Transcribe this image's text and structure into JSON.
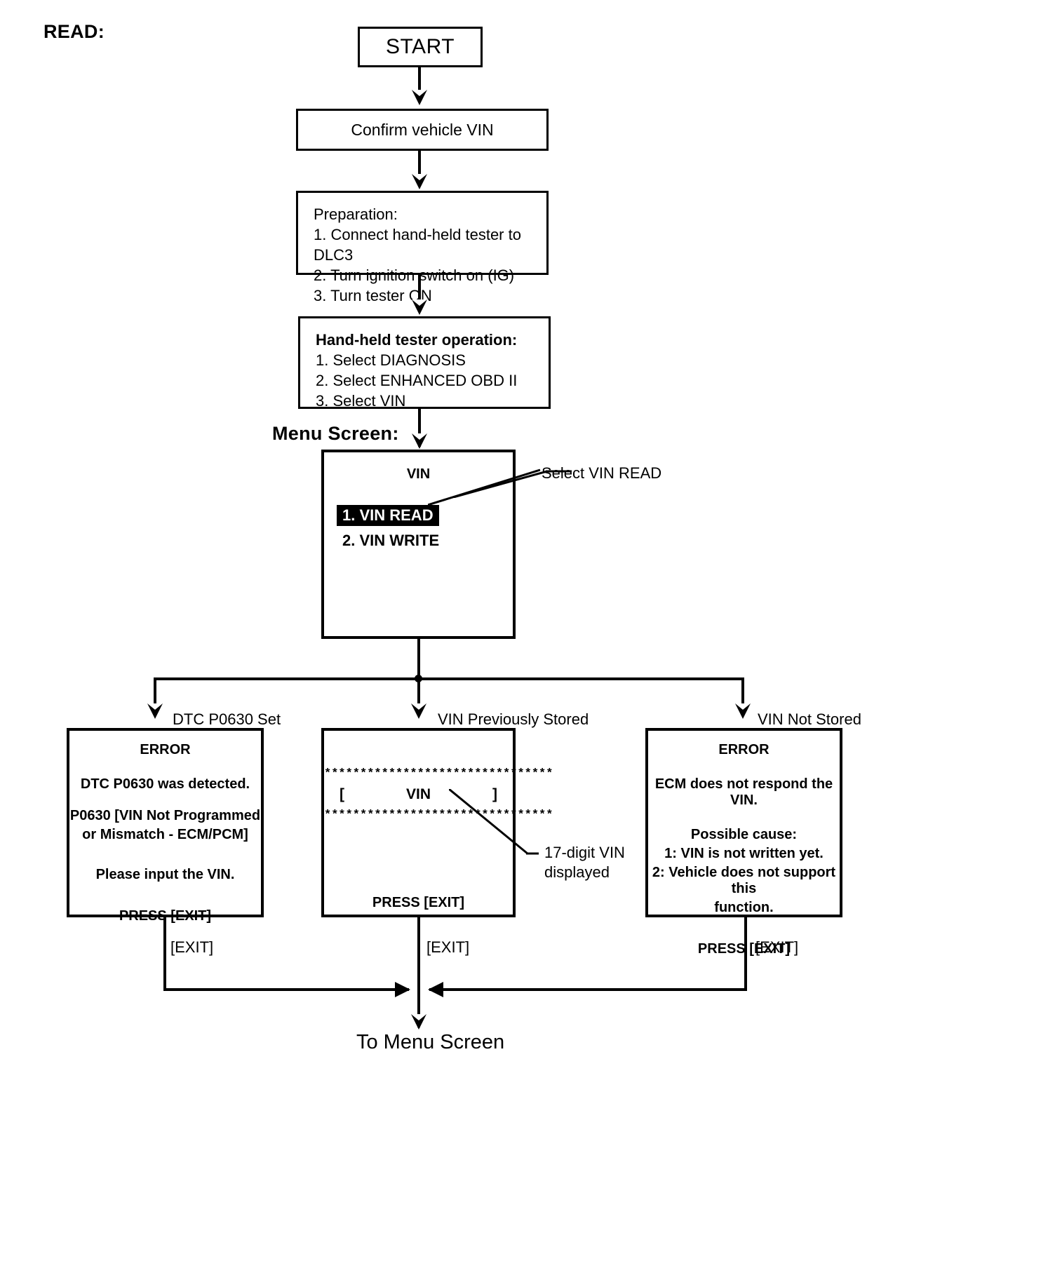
{
  "title_label": "READ:",
  "nodes": {
    "start": "START",
    "confirm_vin": "Confirm vehicle VIN",
    "preparation": {
      "title": "Preparation:",
      "steps": [
        "1. Connect hand-held tester to DLC3",
        "2. Turn ignition switch on (IG)",
        "3. Turn tester ON"
      ]
    },
    "tester_operation": {
      "title": "Hand-held tester operation:",
      "steps": [
        "1. Select DIAGNOSIS",
        "2. Select ENHANCED OBD II",
        "3. Select VIN"
      ]
    }
  },
  "menu_screen": {
    "caption": "Menu Screen:",
    "screen_title": "VIN",
    "items": [
      {
        "label": "1. VIN READ",
        "selected": true
      },
      {
        "label": "2. VIN WRITE",
        "selected": false
      }
    ],
    "annotation": "Select VIN READ"
  },
  "branches": {
    "left_label": "DTC P0630 Set",
    "center_label": "VIN Previously Stored",
    "right_label": "VIN Not Stored"
  },
  "screens": {
    "error_dtc": {
      "header": "ERROR",
      "lines": [
        "DTC P0630 was detected.",
        "P0630  [VIN Not Programmed",
        "or Mismatch - ECM/PCM]",
        "Please input the VIN."
      ],
      "footer": "PRESS [EXIT]"
    },
    "vin_stored": {
      "stars_top": "********************************",
      "bracket_open": "[",
      "vin_text": "VIN",
      "bracket_close": "]",
      "stars_bottom": "********************************",
      "footer": "PRESS [EXIT]",
      "annotation_line1": "17-digit VIN",
      "annotation_line2": "displayed"
    },
    "error_no_vin": {
      "header": "ERROR",
      "lines": [
        "ECM does not respond the VIN.",
        "Possible cause:",
        "1: VIN is not written yet.",
        "2: Vehicle does not support this",
        "function."
      ],
      "footer": "PRESS [EXIT]"
    }
  },
  "exit_labels": {
    "left": "[EXIT]",
    "center": "[EXIT]",
    "right": "[EXIT]"
  },
  "end_label": "To Menu Screen",
  "colors": {
    "ink": "#000000",
    "paper": "#ffffff",
    "highlight_bg": "#000000",
    "highlight_fg": "#ffffff"
  }
}
